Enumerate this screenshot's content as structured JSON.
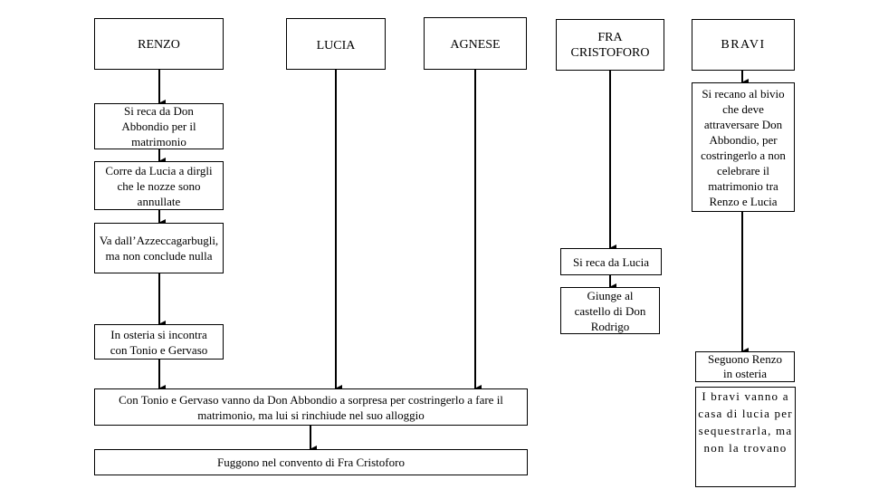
{
  "columns": {
    "renzo": "RENZO",
    "lucia": "LUCIA",
    "agnese": "AGNESE",
    "fra_cristoforo": "FRA CRISTOFORO",
    "bravi": "BRAVI"
  },
  "renzo_steps": [
    "Si reca da Don Abbondio per il matrimonio",
    "Corre da Lucia a dirgli che le nozze sono annullate",
    "Va dall’Azzeccagarbugli, ma non conclude nulla",
    "In osteria si incontra con Tonio e Gervaso"
  ],
  "fra_cristoforo_steps": [
    "Si reca da Lucia",
    "Giunge al castello di Don Rodrigo"
  ],
  "bravi_steps": [
    "Si recano al bivio che deve attraversare Don Abbondio, per costringerlo a non celebrare il matrimonio tra Renzo e Lucia",
    "Seguono Renzo in osteria",
    "I bravi vanno a casa di lucia per sequestrarla, ma non la trovano"
  ],
  "joint_steps": [
    "Con Tonio e Gervaso vanno da Don Abbondio a sorpresa per costringerlo a fare il matrimonio, ma lui si rinchiude nel suo alloggio",
    "Fuggono nel convento di Fra Cristoforo"
  ]
}
